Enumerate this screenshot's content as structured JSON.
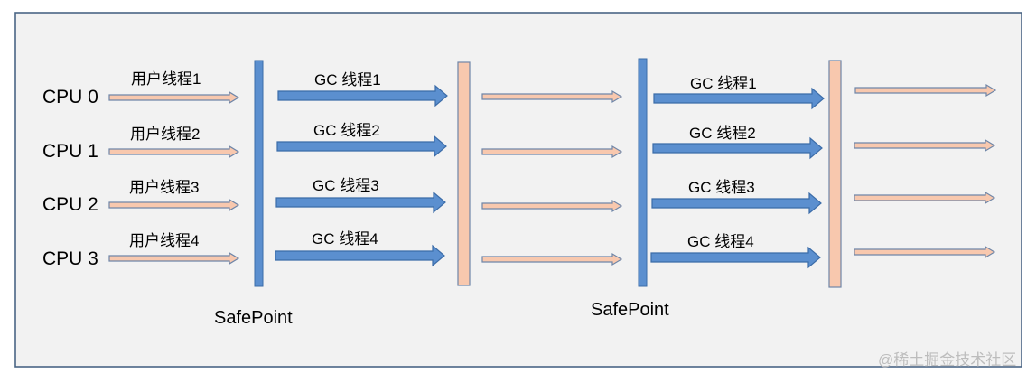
{
  "colors": {
    "panel_fill": "#f2f2f2",
    "panel_border": "#4a6585",
    "gc_blue": "#5b8fcf",
    "gc_blue_stroke": "#3b6ca8",
    "user_peach": "#f8c8ae",
    "user_peach_stroke": "#6f86a8",
    "watermark": "#bdbdbd"
  },
  "cpus": [
    "CPU 0",
    "CPU 1",
    "CPU 2",
    "CPU 3"
  ],
  "user_threads": [
    "用户线程1",
    "用户线程2",
    "用户线程3",
    "用户线程4"
  ],
  "gc_threads_phase1": [
    "GC 线程1",
    "GC 线程2",
    "GC 线程3",
    "GC 线程4"
  ],
  "gc_threads_phase2": [
    "GC 线程1",
    "GC 线程2",
    "GC 线程3",
    "GC 线程4"
  ],
  "safepoint_labels": [
    "SafePoint",
    "SafePoint"
  ],
  "watermark": "@稀土掘金技术社区"
}
